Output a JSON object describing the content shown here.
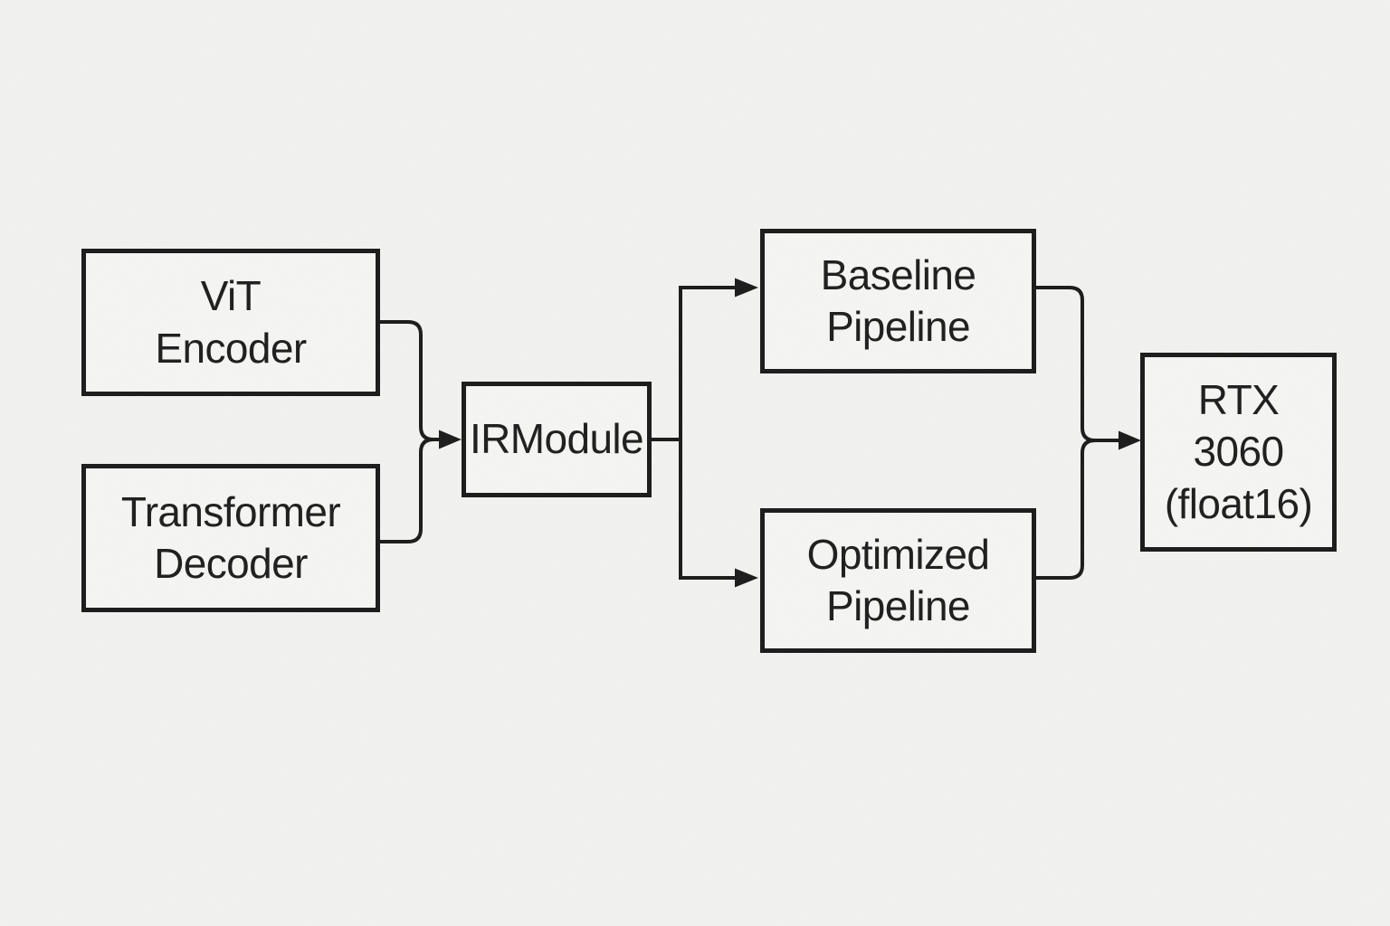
{
  "diagram": {
    "type": "flowchart",
    "direction": "left-to-right",
    "nodes": [
      {
        "id": "vit-encoder",
        "label": "ViT\nEncoder"
      },
      {
        "id": "transformer-decoder",
        "label": "Transformer\nDecoder"
      },
      {
        "id": "irmodule",
        "label": "IRModule"
      },
      {
        "id": "baseline-pipeline",
        "label": "Baseline\nPipeline"
      },
      {
        "id": "optimized-pipeline",
        "label": "Optimized\nPipeline"
      },
      {
        "id": "rtx-3060",
        "label": "RTX\n3060\n(float16)"
      }
    ],
    "edges": [
      {
        "from": "vit-encoder",
        "to": "irmodule"
      },
      {
        "from": "transformer-decoder",
        "to": "irmodule"
      },
      {
        "from": "irmodule",
        "to": "baseline-pipeline"
      },
      {
        "from": "irmodule",
        "to": "optimized-pipeline"
      },
      {
        "from": "baseline-pipeline",
        "to": "rtx-3060"
      },
      {
        "from": "optimized-pipeline",
        "to": "rtx-3060"
      }
    ],
    "colors": {
      "background": "#f2f2f0",
      "node_fill": "#f5f5f3",
      "stroke": "#1a1a1a",
      "text": "#1d1d1d"
    }
  }
}
